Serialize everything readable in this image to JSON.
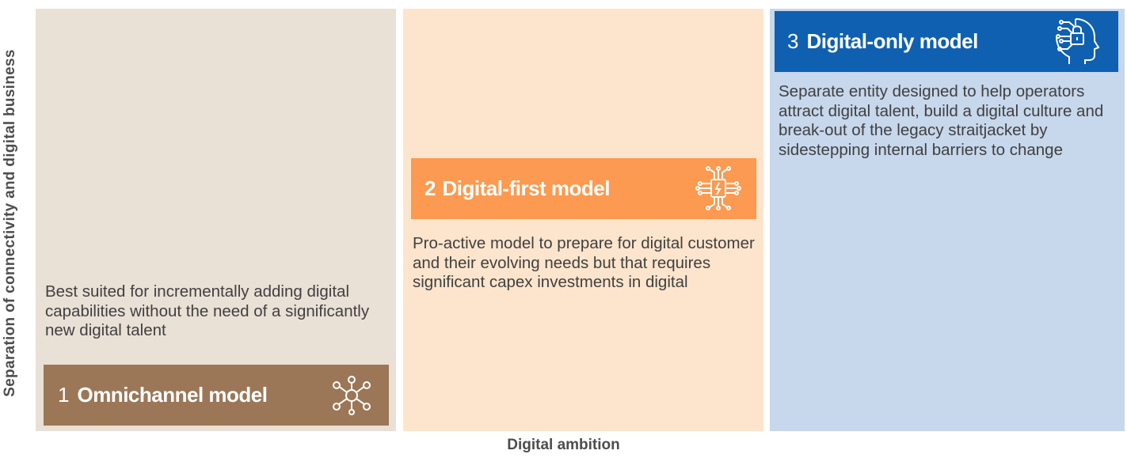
{
  "axes": {
    "y_label": "Separation of connectivity and digital business",
    "x_label": "Digital ambition"
  },
  "models": [
    {
      "number": "1",
      "title": "Omnichannel model",
      "description": "Best suited for incrementally adding digital capabilities without the need of a significantly new digital talent",
      "icon": "network-nodes-icon",
      "box_color": "#9b7757",
      "bg_color": "#e9e0d6"
    },
    {
      "number": "2",
      "title": "Digital-first model",
      "description": "Pro-active model to prepare for digital customer and their evolving needs but that requires significant capex investments in digital",
      "icon": "circuit-chip-icon",
      "box_color": "#fb9a50",
      "bg_color": "#fde5cd"
    },
    {
      "number": "3",
      "title": "Digital-only model",
      "description": "Separate entity designed to help operators attract digital talent, build a digital culture and break-out of the legacy straitjacket by sidestepping internal barriers to change",
      "icon": "digital-head-lock-icon",
      "box_color": "#0f60b0",
      "bg_color": "#c7d7ec"
    }
  ]
}
